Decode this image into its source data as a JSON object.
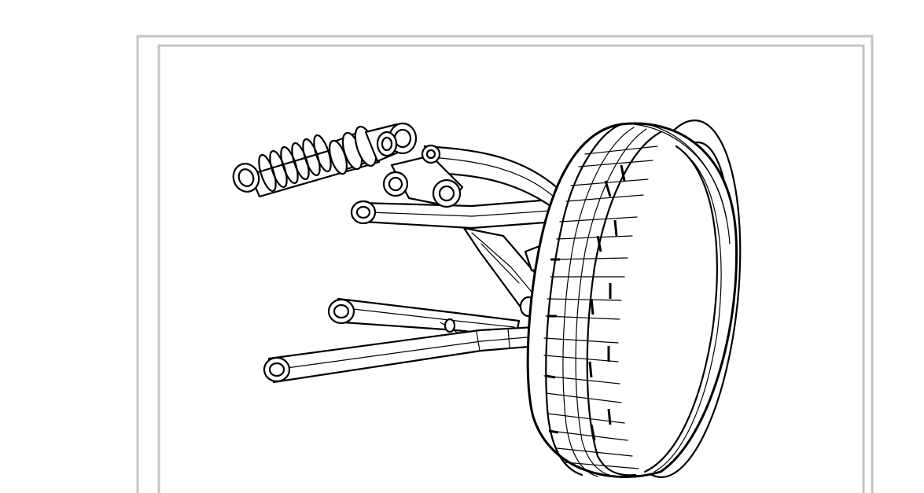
{
  "frame": {
    "outer_border_color": "#c4c4c4",
    "inner_border_color": "#c4c4c4",
    "line_color": "#000000",
    "background": "#ffffff"
  },
  "illustration": {
    "subject_icon": "suspension-assembly-icon",
    "parts": [
      "coilover-shock-absorber",
      "upper-control-arm",
      "lower-control-arm",
      "steering-knuckle",
      "tire",
      "wheel-rim"
    ]
  }
}
